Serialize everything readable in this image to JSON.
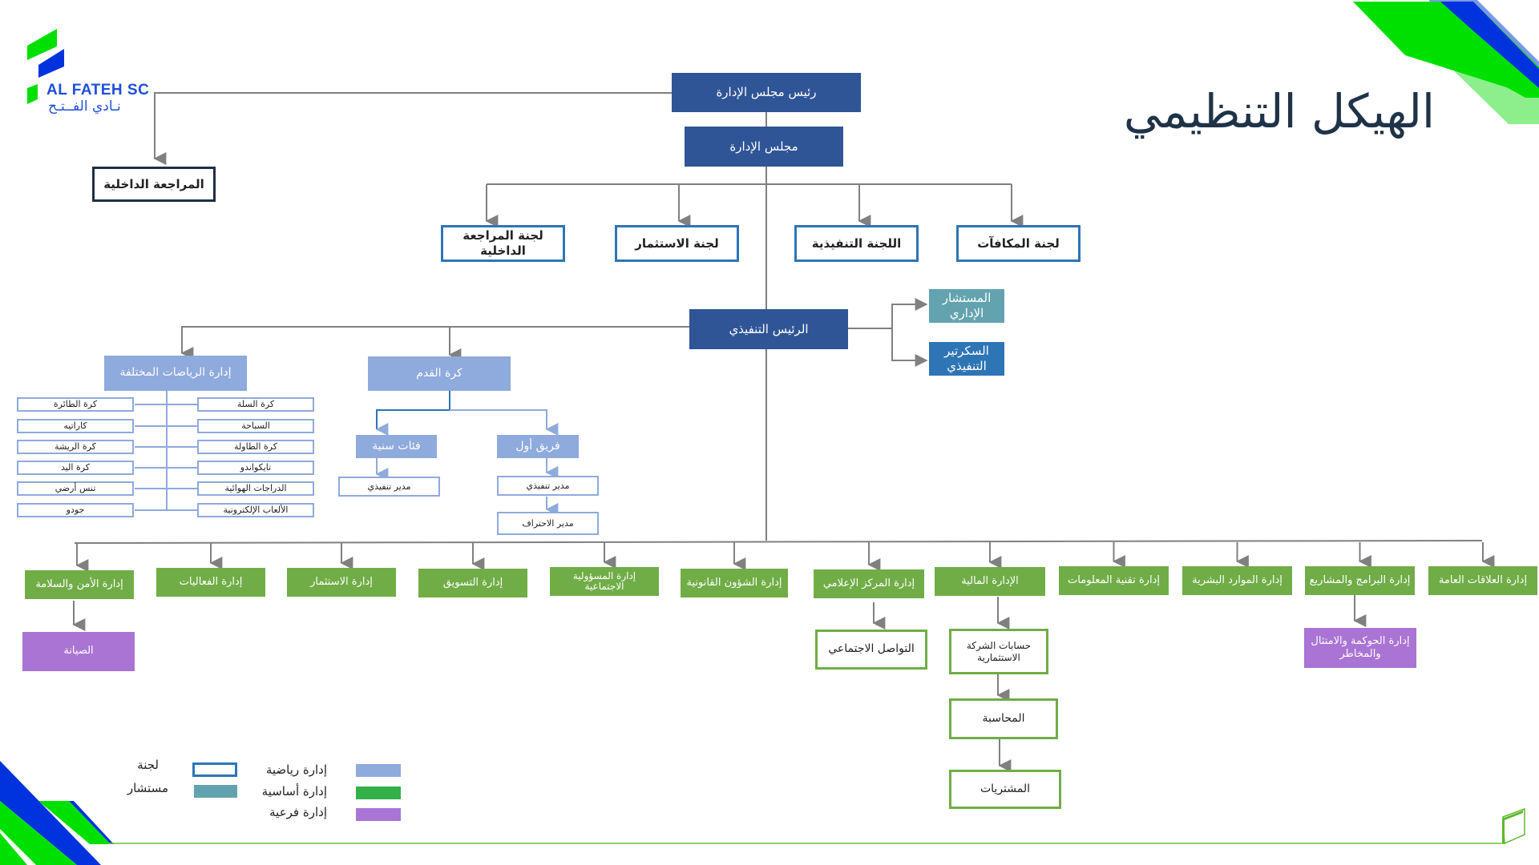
{
  "page": {
    "title": "الهيكل التنظيمي",
    "logo": {
      "name_en": "AL FATEH SC",
      "name_ar": "نـادي الفــتـح"
    }
  },
  "colors": {
    "board": "#2F5597",
    "committee_border": "#2E75B6",
    "advisor": "#62A3AF",
    "sports_dept": "#8FAADC",
    "basic_dept": "#70AD47",
    "sub_dept": "#A974D3",
    "brand_green": "#00E000",
    "brand_blue": "#0033DD"
  },
  "top": {
    "chairman": "رئيس مجلس الإدارة",
    "board": "مجلس الإدارة",
    "internal_audit": "المراجعة الداخلية"
  },
  "committees": [
    "لجنة المراجعة الداخلية",
    "لجنة الاستثمار",
    "اللجنة التنفيذية",
    "لجنة المكافآت"
  ],
  "ceo": {
    "label": "الرئيس التنفيذي",
    "advisor": "المستشار الإداري",
    "secretary": "السكرتير التنفيذي"
  },
  "sports": {
    "label": "إدارة الرياضات المختلفة",
    "right_column": [
      "كرة السلة",
      "السباحة",
      "كرة الطاولة",
      "تايكواندو",
      "الدراجات الهوائية",
      "الألعاب الإلكترونية"
    ],
    "left_column": [
      "كرة الطائرة",
      "كاراتيه",
      "كرة الريشة",
      "كرة اليد",
      "تنس أرضي",
      "جودو"
    ]
  },
  "football": {
    "label": "كرة القدم",
    "youth": {
      "label": "فئات سنية",
      "children": [
        "مدير تنفيذي"
      ]
    },
    "first_team": {
      "label": "فريق أول",
      "children": [
        "مدير تنفيذي",
        "مدير الاحتراف"
      ]
    }
  },
  "departments": [
    {
      "label": "إدارة الأمن والسلامة",
      "children": [
        {
          "label": "الصيانة",
          "type": "sub"
        }
      ]
    },
    {
      "label": "إدارة الفعاليات",
      "children": []
    },
    {
      "label": "إدارة الاستثمار",
      "children": []
    },
    {
      "label": "إدارة التسويق",
      "children": []
    },
    {
      "label": "إدارة المسؤولية الاجتماعية",
      "children": []
    },
    {
      "label": "إدارة الشؤون القانونية",
      "children": []
    },
    {
      "label": "إدارة المركز الإعلامي",
      "children": [
        {
          "label": "التواصل الاجتماعي",
          "type": "outline"
        }
      ]
    },
    {
      "label": "الإدارة المالية",
      "children": [
        {
          "label": "حسابات الشركة الاستثمارية",
          "type": "outline"
        },
        {
          "label": "المحاسبة",
          "type": "outline"
        },
        {
          "label": "المشتريات",
          "type": "outline"
        }
      ]
    },
    {
      "label": "إدارة تقنية المعلومات",
      "children": []
    },
    {
      "label": "إدارة الموارد البشرية",
      "children": []
    },
    {
      "label": "إدارة البرامج والمشاريع",
      "children": [
        {
          "label": "إدارة الحوكمة والامتثال والمخاطر",
          "type": "sub"
        }
      ]
    },
    {
      "label": "إدارة العلاقات العامة",
      "children": []
    }
  ],
  "legend": {
    "committee": "لجنة",
    "advisor": "مستشار",
    "sports_dept": "إدارة رياضية",
    "basic_dept": "إدارة أساسية",
    "sub_dept": "إدارة فرعية"
  }
}
